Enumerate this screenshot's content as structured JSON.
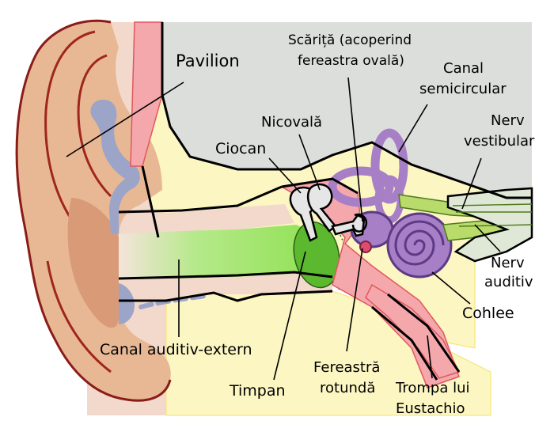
{
  "diagram": {
    "labels": {
      "pavilion": "Pavilion",
      "scarita_line1": "Scăriță (acoperind",
      "scarita_line2": "fereastra ovală)",
      "canal_semicircular_line1": "Canal",
      "canal_semicircular_line2": "semicircular",
      "nicovala": "Nicovală",
      "ciocan": "Ciocan",
      "nerv_vestibular_line1": "Nerv",
      "nerv_vestibular_line2": "vestibular",
      "nerv_auditiv_line1": "Nerv",
      "nerv_auditiv_line2": "auditiv",
      "cohlee": "Cohlee",
      "canal_auditiv_extern": "Canal auditiv-extern",
      "fereastra_rotunda_line1": "Fereastră",
      "fereastra_rotunda_line2": "rotundă",
      "trompa_line1": "Trompa lui",
      "trompa_line2": "Eustachio",
      "timpan": "Timpan"
    },
    "colors": {
      "skull_grey": "#dcdedc",
      "skin": "#f2d9cc",
      "ear_flesh": "#e8b895",
      "ear_dark": "#d99a78",
      "cartilage_line": "#a0261c",
      "canal_green": "#8be04a",
      "eardrum_green": "#5cb82e",
      "bone_yellow": "#fcf6c2",
      "bone_yellow_dark": "#f6e36a",
      "pink_tube": "#f4a8ac",
      "pink_dark": "#e0585f",
      "inner_ear_purple": "#a77fc7",
      "inner_ear_purple_dark": "#5d3a86",
      "cartilage_blue": "#9ca4c8",
      "ossicle_grey": "#e6e6e6",
      "nerve_green": "#b8db6b"
    }
  }
}
